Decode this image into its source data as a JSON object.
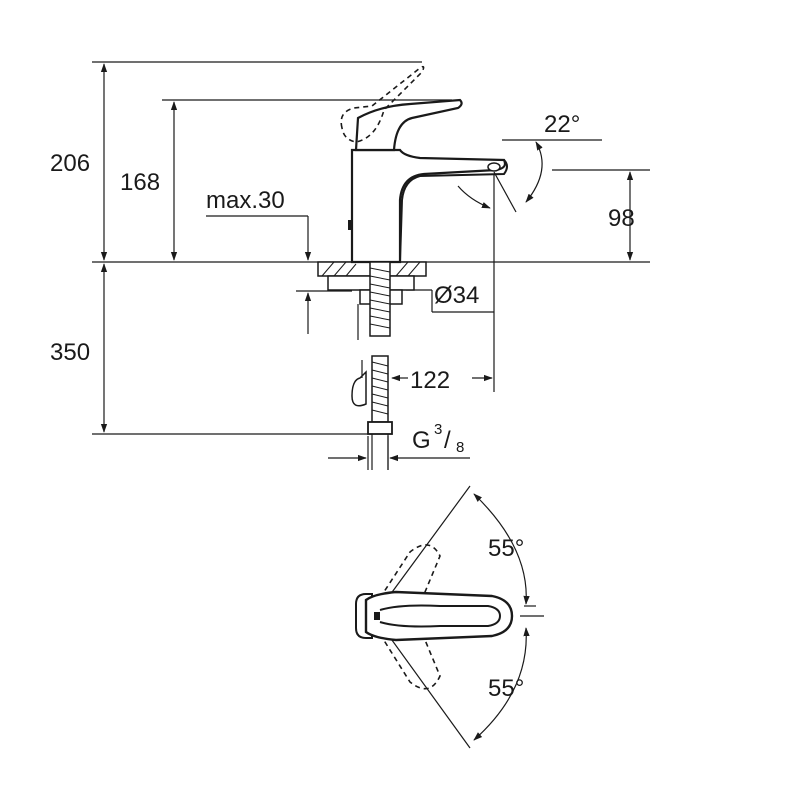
{
  "dimensions": {
    "total_height": "206",
    "spout_height": "168",
    "max_thickness": "max.30",
    "outlet_height": "98",
    "spout_angle": "22°",
    "shank_diameter": "Ø34",
    "hose_length": "350",
    "projection": "122",
    "thread_main": "G",
    "thread_num": "3",
    "thread_den": "8",
    "swing_upper": "55°",
    "swing_lower": "55°"
  }
}
